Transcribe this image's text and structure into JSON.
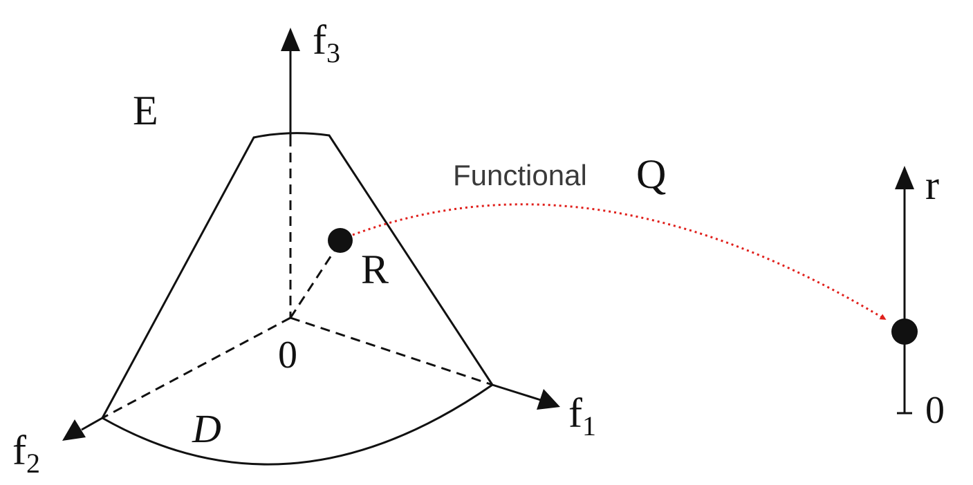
{
  "labels": {
    "set_e": "E",
    "functional_text": "Functional",
    "functional_symbol": "Q",
    "point_r": "R",
    "origin_left": "0",
    "domain_d": "D",
    "axis_f1_base": "f",
    "axis_f1_sub": "1",
    "axis_f2_base": "f",
    "axis_f2_sub": "2",
    "axis_f3_base": "f",
    "axis_f3_sub": "3",
    "axis_r": "r",
    "origin_right": "0"
  },
  "colors": {
    "ink": "#111111",
    "mapping_arrow": "#e0201c",
    "caption_text": "#3a3a3a"
  }
}
